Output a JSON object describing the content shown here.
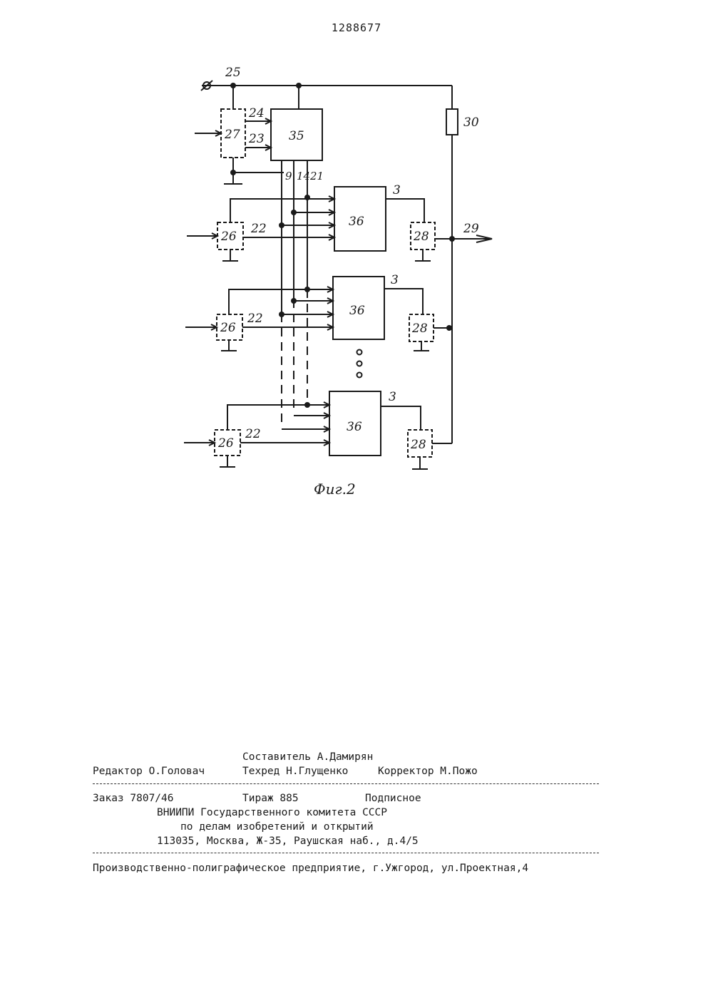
{
  "header": {
    "patent_number": "1288677"
  },
  "figure": {
    "caption": "Фиг.2",
    "labels": {
      "n25": "25",
      "n24": "24",
      "n23": "23",
      "n27": "27",
      "n35": "35",
      "n30": "30",
      "n9": "9",
      "n14": "14",
      "n21": "21",
      "n3": "3",
      "n36": "36",
      "n22": "22",
      "n26": "26",
      "n28": "28",
      "n29": "29"
    }
  },
  "credits": {
    "composer": "Составитель А.Дамирян",
    "editor": "Редактор О.Головач",
    "techred": "Техред Н.Глущенко",
    "corrector": "Корректор М.Пожо"
  },
  "order": {
    "order": "Заказ 7807/46",
    "circulation": "Тираж 885",
    "subscription": "Подписное",
    "org_line1": "ВНИИПИ Государственного комитета СССР",
    "org_line2": "по делам изобретений и открытий",
    "address": "113035, Москва, Ж-35, Раушская наб., д.4/5"
  },
  "printer": "Производственно-полиграфическое предприятие, г.Ужгород, ул.Проектная,4"
}
